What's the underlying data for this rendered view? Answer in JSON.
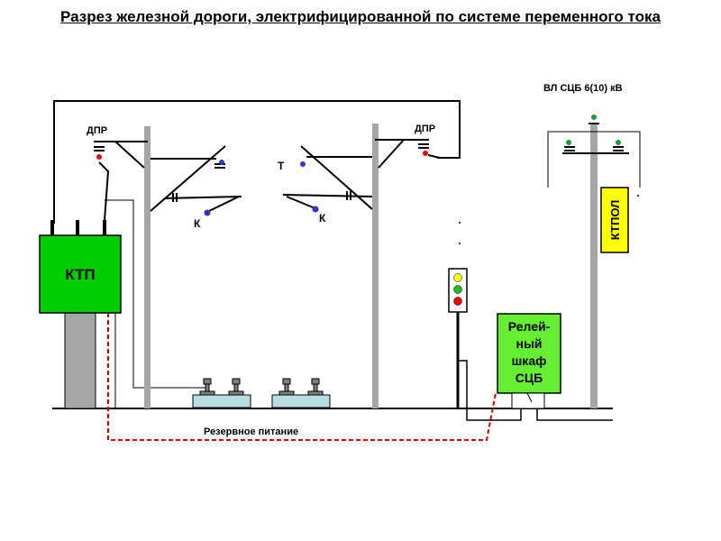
{
  "title": "Разрез железной дороги, электрифицированной по системе переменного тока",
  "labels": {
    "vl_line": "ВЛ СЦБ 6(10) кВ",
    "dpr_left": "ДПР",
    "dpr_right": "ДПР",
    "t_label": "Т",
    "k_left": "К",
    "k_right": "К",
    "ktp": "КТП",
    "ktpol": "КТПОЛ",
    "relay_line1": "Релей-",
    "relay_line2": "ный",
    "relay_line3": "шкаф",
    "relay_line4": "СЦБ",
    "reserve_power": "Резервное питание"
  },
  "colors": {
    "ktp_fill": "#00cc00",
    "relay_fill": "#66ee33",
    "ktpol_fill": "#ffff00",
    "pole": "#a6a6a6",
    "foundation": "#a6a6a6",
    "sleeper": "#b6dde0",
    "reserve_line": "#e00000",
    "signal_yellow": "#ffff00",
    "signal_green": "#22bb22",
    "signal_red": "#ee0000",
    "insulator_blue": "#3333cc",
    "insulator_green": "#1b9a3a"
  }
}
